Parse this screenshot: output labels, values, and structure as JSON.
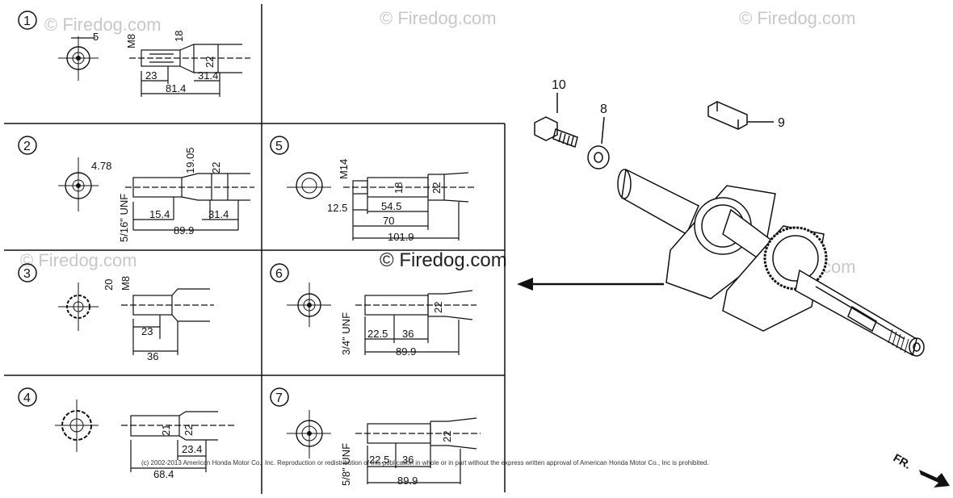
{
  "watermark": "© Firedog.com",
  "copyright": "(c) 2002-2013 American Honda Motor Co., Inc. Reproduction or redistribution of this publication in whole or in part without the express written approval of American Honda Motor Co., Inc is prohibited.",
  "front_label": "FR.",
  "parts": {
    "bolt": "10",
    "washer": "8",
    "key": "9"
  },
  "variants": [
    {
      "id": "1",
      "dims": {
        "a": "5",
        "b": "M8",
        "c": "18",
        "d": "22",
        "e": "23",
        "f": "31.4",
        "g": "81.4"
      }
    },
    {
      "id": "2",
      "dims": {
        "a": "4.78",
        "b": "19.05",
        "c": "22",
        "d": "5/16\" UNF",
        "e": "15.4",
        "f": "31.4",
        "g": "89.9"
      }
    },
    {
      "id": "3",
      "dims": {
        "a": "20",
        "b": "M8",
        "c": "23",
        "d": "36"
      }
    },
    {
      "id": "4",
      "dims": {
        "a": "21",
        "b": "22",
        "c": "23.4",
        "d": "68.4"
      }
    },
    {
      "id": "5",
      "dims": {
        "a": "M14",
        "b": "18",
        "c": "22",
        "d": "12.5",
        "e": "54.5",
        "f": "70",
        "g": "101.9"
      }
    },
    {
      "id": "6",
      "dims": {
        "a": "22",
        "b": "3/4\" UNF",
        "c": "22.5",
        "d": "36",
        "e": "89.9"
      }
    },
    {
      "id": "7",
      "dims": {
        "a": "22",
        "b": "5/8\" UNF",
        "c": "22.5",
        "d": "36",
        "e": "89.9"
      }
    }
  ]
}
